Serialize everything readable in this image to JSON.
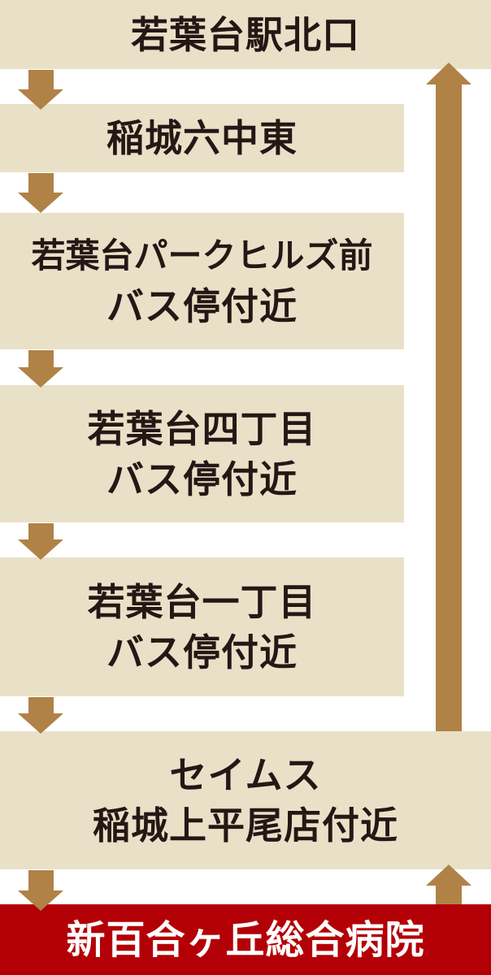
{
  "colors": {
    "box": "#e9e1c7",
    "arrow": "#b08246",
    "destination": "#b30006",
    "text": "#231815"
  },
  "stops": [
    {
      "lines": [
        "若葉台駅北口"
      ]
    },
    {
      "lines": [
        "稲城六中東"
      ]
    },
    {
      "lines": [
        "若葉台パークヒルズ前",
        "バス停付近"
      ]
    },
    {
      "lines": [
        "若葉台四丁目",
        "バス停付近"
      ]
    },
    {
      "lines": [
        "若葉台一丁目",
        "バス停付近"
      ]
    },
    {
      "lines": [
        "セイムス",
        "稲城上平尾店付近"
      ]
    }
  ],
  "destination": "新百合ヶ丘総合病院"
}
